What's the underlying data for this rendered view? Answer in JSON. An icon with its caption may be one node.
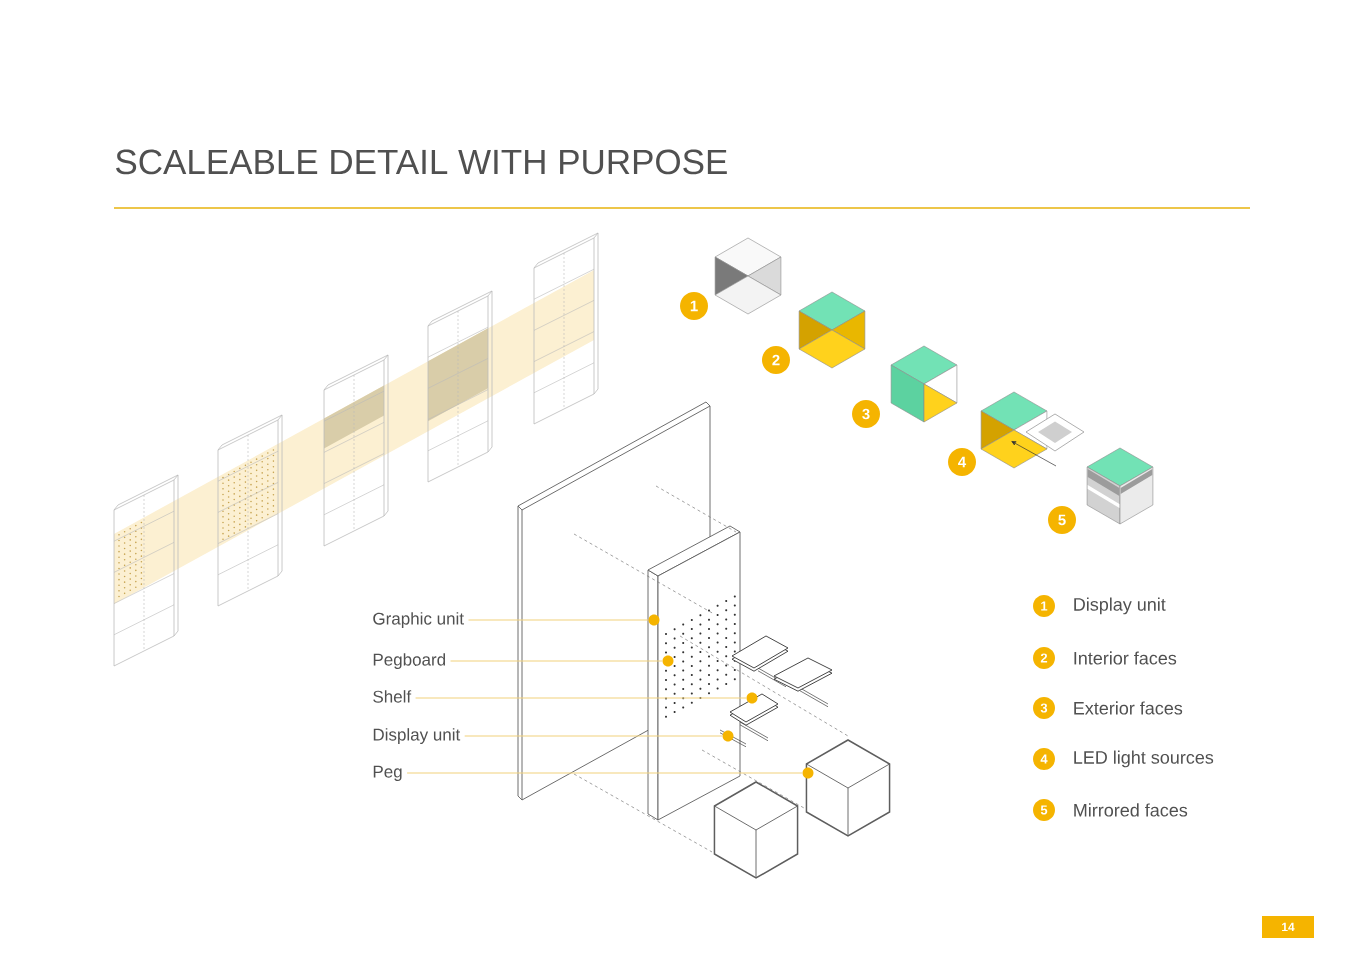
{
  "diagram": {
    "title": "SCALEABLE DETAIL WITH PURPOSE",
    "nodes": [
      {
        "text": [
          "1"
        ]
      },
      {
        "text": [
          "2"
        ]
      },
      {
        "text": [
          "3"
        ]
      },
      {
        "text": [
          "4"
        ]
      },
      {
        "text": [
          "5"
        ]
      },
      {
        "text": [
          "Graphic unit"
        ]
      },
      {
        "text": [
          "Pegboard"
        ]
      },
      {
        "text": [
          "Shelf"
        ]
      },
      {
        "text": [
          "Display unit"
        ]
      },
      {
        "text": [
          "Peg"
        ]
      },
      {
        "text": [],
        "shape": "circle"
      },
      {
        "text": [],
        "shape": "circle"
      },
      {
        "text": [],
        "shape": "circle"
      },
      {
        "text": [],
        "shape": "circle"
      },
      {
        "text": [],
        "shape": "circle"
      },
      {
        "text": [
          "1"
        ],
        "beside": [
          "Display unit"
        ]
      },
      {
        "text": [
          "2"
        ],
        "beside": [
          "Interior faces"
        ]
      },
      {
        "text": [
          "3"
        ],
        "beside": [
          "Exterior faces"
        ]
      },
      {
        "text": [
          "4"
        ],
        "beside": [
          "LED light sources"
        ]
      },
      {
        "text": [
          "5"
        ],
        "beside": [
          "Mirrored faces"
        ]
      },
      {
        "text": [
          "14"
        ]
      }
    ],
    "edges": [
      {
        "from": 5,
        "to": 10,
        "arrow": "none"
      },
      {
        "from": 6,
        "to": 11,
        "arrow": "none"
      },
      {
        "from": 7,
        "to": 12,
        "arrow": "none"
      },
      {
        "from": 8,
        "to": 13,
        "arrow": "none"
      },
      {
        "from": 9,
        "to": 14,
        "arrow": "none"
      }
    ]
  }
}
